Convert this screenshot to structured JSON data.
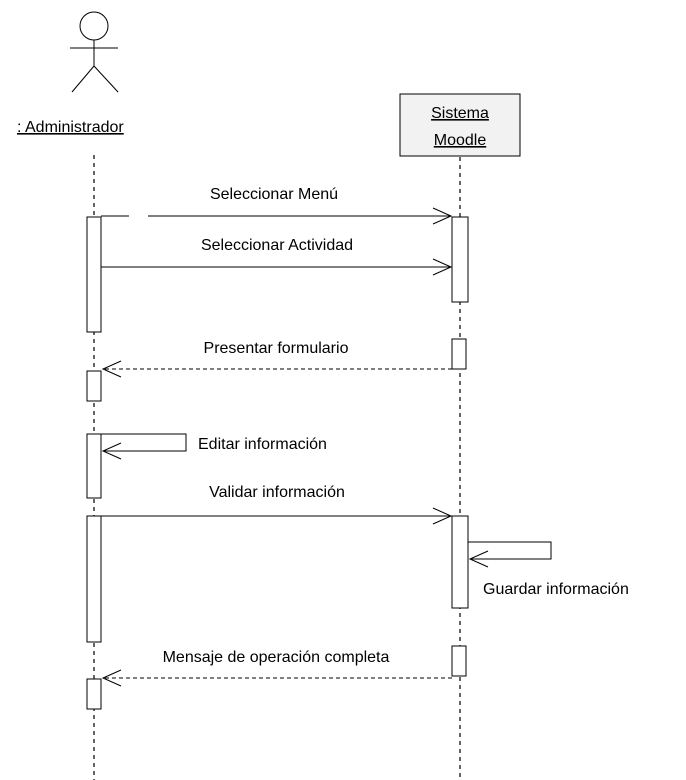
{
  "lifelines": {
    "actor": {
      "label": ": Administrador"
    },
    "system": {
      "label_line1": "Sistema",
      "label_line2": "Moodle"
    }
  },
  "messages": {
    "m1": "Seleccionar Menú",
    "m2": "Seleccionar Actividad",
    "m3": "Presentar formulario",
    "m4": "Editar información",
    "m5": "Validar información",
    "m6": "Guardar información",
    "m7": "Mensaje de operación completa"
  },
  "colors": {
    "line": "#000000",
    "object_box_fill": "#f2f2f2",
    "background": "#ffffff"
  }
}
